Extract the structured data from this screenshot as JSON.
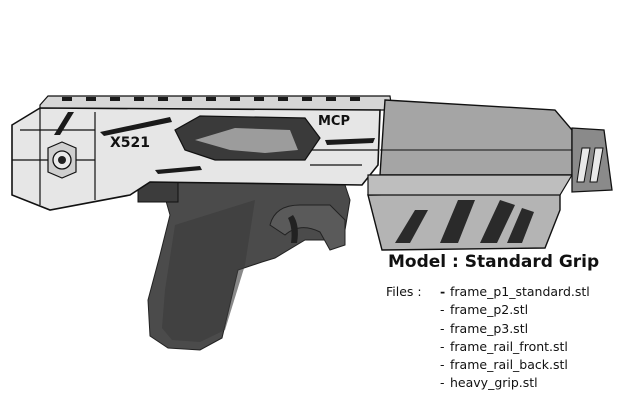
{
  "render": {
    "frame_text": "X521",
    "brand_text": "MCP"
  },
  "model": {
    "title": "Model : Standard Grip"
  },
  "files": {
    "label": "Files :",
    "items": [
      "frame_p1_standard.stl",
      "frame_p2.stl",
      "frame_p3.stl",
      "frame_rail_front.stl",
      "frame_rail_back.stl",
      "heavy_grip.stl"
    ]
  },
  "colors": {
    "grip": "#4b4b4b",
    "frame": "#e6e6e6",
    "outline": "#111111",
    "accent": "#1a1a1a"
  }
}
